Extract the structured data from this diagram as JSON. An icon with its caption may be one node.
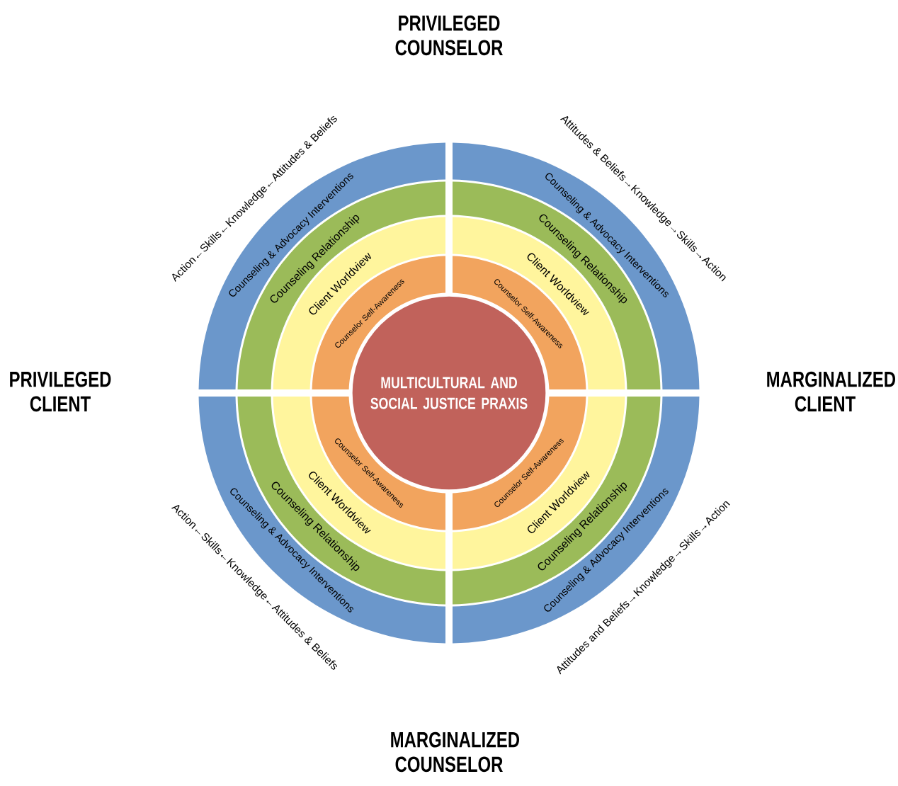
{
  "diagram": {
    "nodes": [
      {
        "text": [
          "MULTICULTURAL AND SOCIAL JUSTICE PRAXIS"
        ]
      },
      {
        "text": [
          "Counseling & Advocacy Interventions"
        ]
      },
      {
        "text": [
          "Counseling Relationship"
        ]
      },
      {
        "text": [
          "Client Worldview"
        ]
      },
      {
        "text": [
          "Counselor Self-Awareness"
        ]
      },
      {
        "text": [
          "Counseling & Advocacy Interventions"
        ]
      },
      {
        "text": [
          "Counseling Relationship"
        ]
      },
      {
        "text": [
          "Client Worldview"
        ]
      },
      {
        "text": [
          "Counselor Self-Awareness"
        ]
      },
      {
        "text": [
          "Counseling & Advocacy Interventions"
        ]
      },
      {
        "text": [
          "Counseling Relationship"
        ]
      },
      {
        "text": [
          "Client Worldview"
        ]
      },
      {
        "text": [
          "Counselor Self-Awareness"
        ]
      },
      {
        "text": [
          "Counseling & Advocacy Interventions"
        ]
      },
      {
        "text": [
          "Counseling Relationship"
        ]
      },
      {
        "text": [
          "Client Worldview"
        ]
      },
      {
        "text": [
          "Counselor Self-Awareness"
        ]
      }
    ],
    "labels": [
      "PRIVILEGED COUNSELOR",
      "Action←Skills←Knowledge←Attitudes & Beliefs",
      "Attitudes & Beliefs→Knowledge→Skills→Action",
      "PRIVILEGED CLIENT",
      "MARGINALIZED CLIENT",
      "Action←Skills←Knowledge←Attitudes & Beliefs",
      "Attitudes and Beliefs→Knowledge→Skills→Action",
      "MARGINALIZED COUNSELOR"
    ]
  }
}
